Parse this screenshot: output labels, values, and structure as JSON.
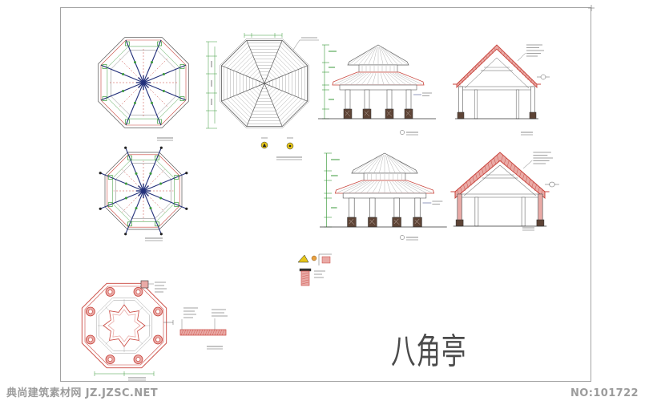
{
  "drawing": {
    "title": "八角亭"
  },
  "watermark": {
    "site": "典尚建筑素材网 JZ.JZSC.NET",
    "number": "NO:101722"
  },
  "colors": {
    "paper": "#ffffff",
    "frame": "#8c8c8c",
    "ink": "#5a5a5a",
    "hatch": "#a0a0a0",
    "red": "#c8423a",
    "pink": "#e9aaa6",
    "green": "#3a9a3a",
    "blue": "#23307a",
    "yellow": "#e6c619",
    "orange": "#e8a040",
    "brown": "#5e4436"
  }
}
